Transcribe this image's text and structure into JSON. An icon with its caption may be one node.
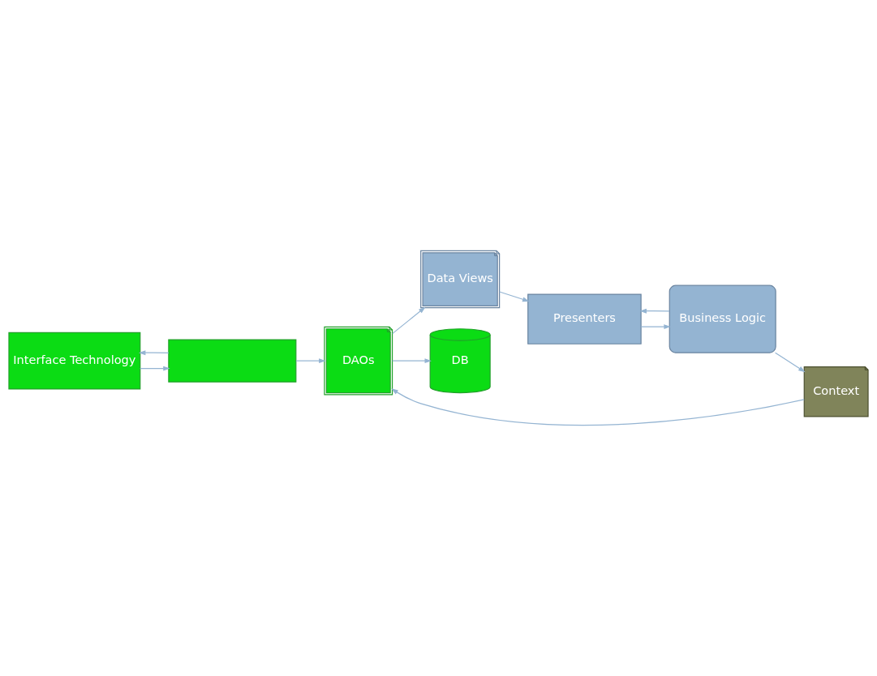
{
  "diagram": {
    "nodes": [
      {
        "text": [
          "Interface Technology"
        ]
      },
      {
        "text": [],
        "shape": "box"
      },
      {
        "text": [
          "Presenters"
        ]
      },
      {
        "text": [
          "DAOs"
        ]
      },
      {
        "text": [
          "Data Views"
        ]
      },
      {
        "text": [
          "DB"
        ]
      },
      {
        "text": [
          "Context"
        ]
      },
      {
        "text": [
          "Business Logic"
        ]
      }
    ],
    "edges": [
      {
        "from": 0,
        "to": 1,
        "arrow": "to"
      },
      {
        "from": 1,
        "to": 0,
        "arrow": "to"
      },
      {
        "from": 1,
        "to": 3,
        "arrow": "to"
      },
      {
        "from": 3,
        "to": 4,
        "arrow": "to"
      },
      {
        "from": 4,
        "to": 2,
        "arrow": "to"
      },
      {
        "from": 2,
        "to": 7,
        "arrow": "to"
      },
      {
        "from": 7,
        "to": 2,
        "arrow": "to"
      },
      {
        "from": 7,
        "to": 6,
        "arrow": "to"
      },
      {
        "from": 6,
        "to": 3,
        "arrow": "to"
      },
      {
        "from": 3,
        "to": 5,
        "arrow": "to"
      }
    ]
  }
}
